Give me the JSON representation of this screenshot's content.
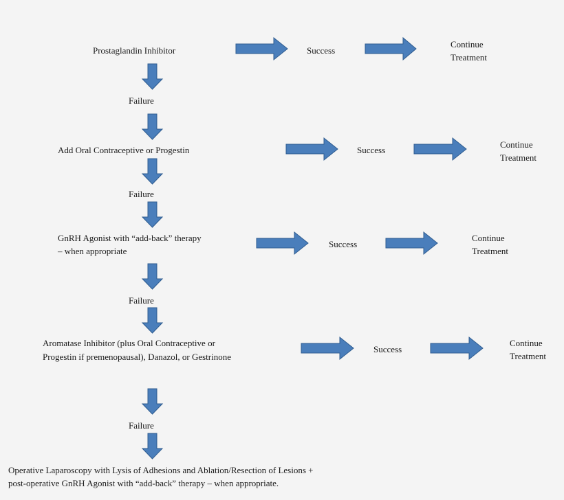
{
  "steps": [
    {
      "label": "Prostaglandin Inhibitor",
      "success_label": "Success",
      "continue_label": [
        "Continue",
        "Treatment"
      ]
    },
    {
      "label": "Add Oral Contraceptive or Progestin",
      "success_label": "Success",
      "continue_label": [
        "Continue",
        "Treatment"
      ]
    },
    {
      "label": [
        "GnRH Agonist with “add-back” therapy",
        "– when appropriate"
      ],
      "success_label": "Success",
      "continue_label": [
        "Continue",
        "Treatment"
      ]
    },
    {
      "label": [
        "Aromatase Inhibitor (plus Oral Contraceptive or",
        "Progestin if premenopausal), Danazol, or Gestrinone"
      ],
      "success_label": "Success",
      "continue_label": [
        "Continue",
        "Treatment"
      ]
    }
  ],
  "failure_labels": [
    "Failure",
    "Failure",
    "Failure",
    "Failure"
  ],
  "final_step": [
    "Operative Laparoscopy with Lysis of Adhesions and Ablation/Resection of Lesions +",
    "post-operative GnRH Agonist with “add-back” therapy – when appropriate."
  ],
  "colors": {
    "arrow_fill": "#4a7ebb",
    "arrow_stroke": "#2f5c8f",
    "background": "#f4f4f4"
  }
}
